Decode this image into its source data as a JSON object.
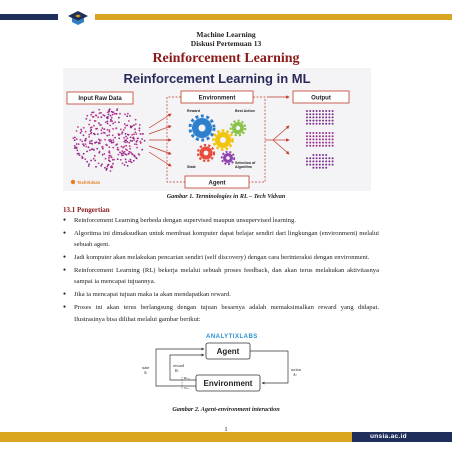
{
  "header": {
    "course": "Machine Learning",
    "session": "Diskusi Pertemuan 13",
    "title": "Reinforcement Learning"
  },
  "figure1": {
    "heading": "Reinforcement Learning in ML",
    "input_label": "Input Raw Data",
    "environment_label": "Environment",
    "output_label": "Output",
    "agent_label": "Agent",
    "reward_label": "Reward",
    "best_action_label": "Best Action",
    "state_label": "State",
    "selection_label_1": "Selection of",
    "selection_label_2": "Algorithm",
    "brand": "TechVidvan",
    "caption": "Gambar 1. Terminologies in RL – Tech Vidvan",
    "colors": {
      "title": "#2a2a5c",
      "box_border": "#c0392b",
      "arrow": "#c0392b",
      "dots": "#8e2a8a",
      "output": "#7b2f8e"
    }
  },
  "section": {
    "title": "13.1 Pengertian"
  },
  "bullets": [
    "Reinforcement Learning berbeda dengan supervised maupun unsupervised learning.",
    "Algoritma ini dimaksudkan untuk membuat komputer dapat belajar sendiri dari lingkungan (environment) melalui sebuah agent.",
    "Jadi komputer akan melakukan pencarian sendiri (self discovery) dengan cara berinteraksi dengan environment.",
    "Reinforcement Learning (RL) bekerja melalui sebuah proses feedback, dan akan terus melakukan aktivitasnya sampai ia mencapai tujuannya.",
    "Jika ia mencapai tujuan maka ia akan mendapatkan reward.",
    "Proses ini akan terus berlangsung dengan tujuan besarnya adalah memaksimalkan reward yang didapat. Ilustrasinya bisa dilihat melalui gambar berikut:"
  ],
  "figure2": {
    "brand": "ANALYTIXLABS",
    "agent_label": "Agent",
    "environment_label": "Environment",
    "state_label": "state",
    "state_sub": "Sₜ",
    "reward_label": "reward",
    "reward_sub": "Rₜ",
    "action_label": "action",
    "action_sub": "Aₜ",
    "next_reward": "Rₜ₊₁",
    "next_state": "Sₜ₊₁",
    "caption": "Gambar 2. Agent-environment interaction"
  },
  "footer": {
    "page_number": "1",
    "site": "unsia.ac.id",
    "colors": {
      "gold": "#d9a520",
      "navy": "#1f2e5a"
    }
  }
}
